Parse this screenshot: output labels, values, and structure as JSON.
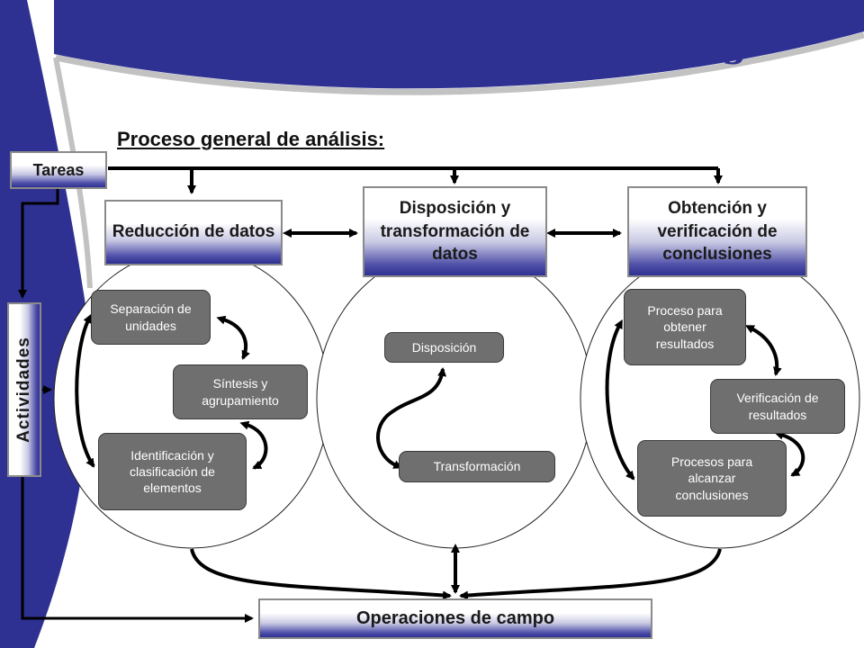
{
  "title": "Análisis de Datos Cualitativos",
  "subtitle": "Proceso general de análisis:",
  "tasks_label": "Tareas",
  "activities_label": "Actividades",
  "field_label": "Operaciones de campo",
  "stages": {
    "reduction": "Reducción de datos",
    "disposition": "Disposición y transformación de datos",
    "conclusions": "Obtención y verificación de conclusiones"
  },
  "reduction_steps": {
    "separation": "Separación de unidades",
    "synthesis": "Síntesis y agrupamiento",
    "identification": "Identificación y clasificación de elementos"
  },
  "disposition_steps": {
    "disposition": "Disposición",
    "transformation": "Transformación"
  },
  "conclusion_steps": {
    "process": "Proceso para obtener resultados",
    "verification": "Verificación de resultados",
    "processes": "Procesos para alcanzar conclusiones"
  },
  "colors": {
    "brand": "#2e3192",
    "node": "#6f6f6f",
    "arrow": "#000000"
  }
}
